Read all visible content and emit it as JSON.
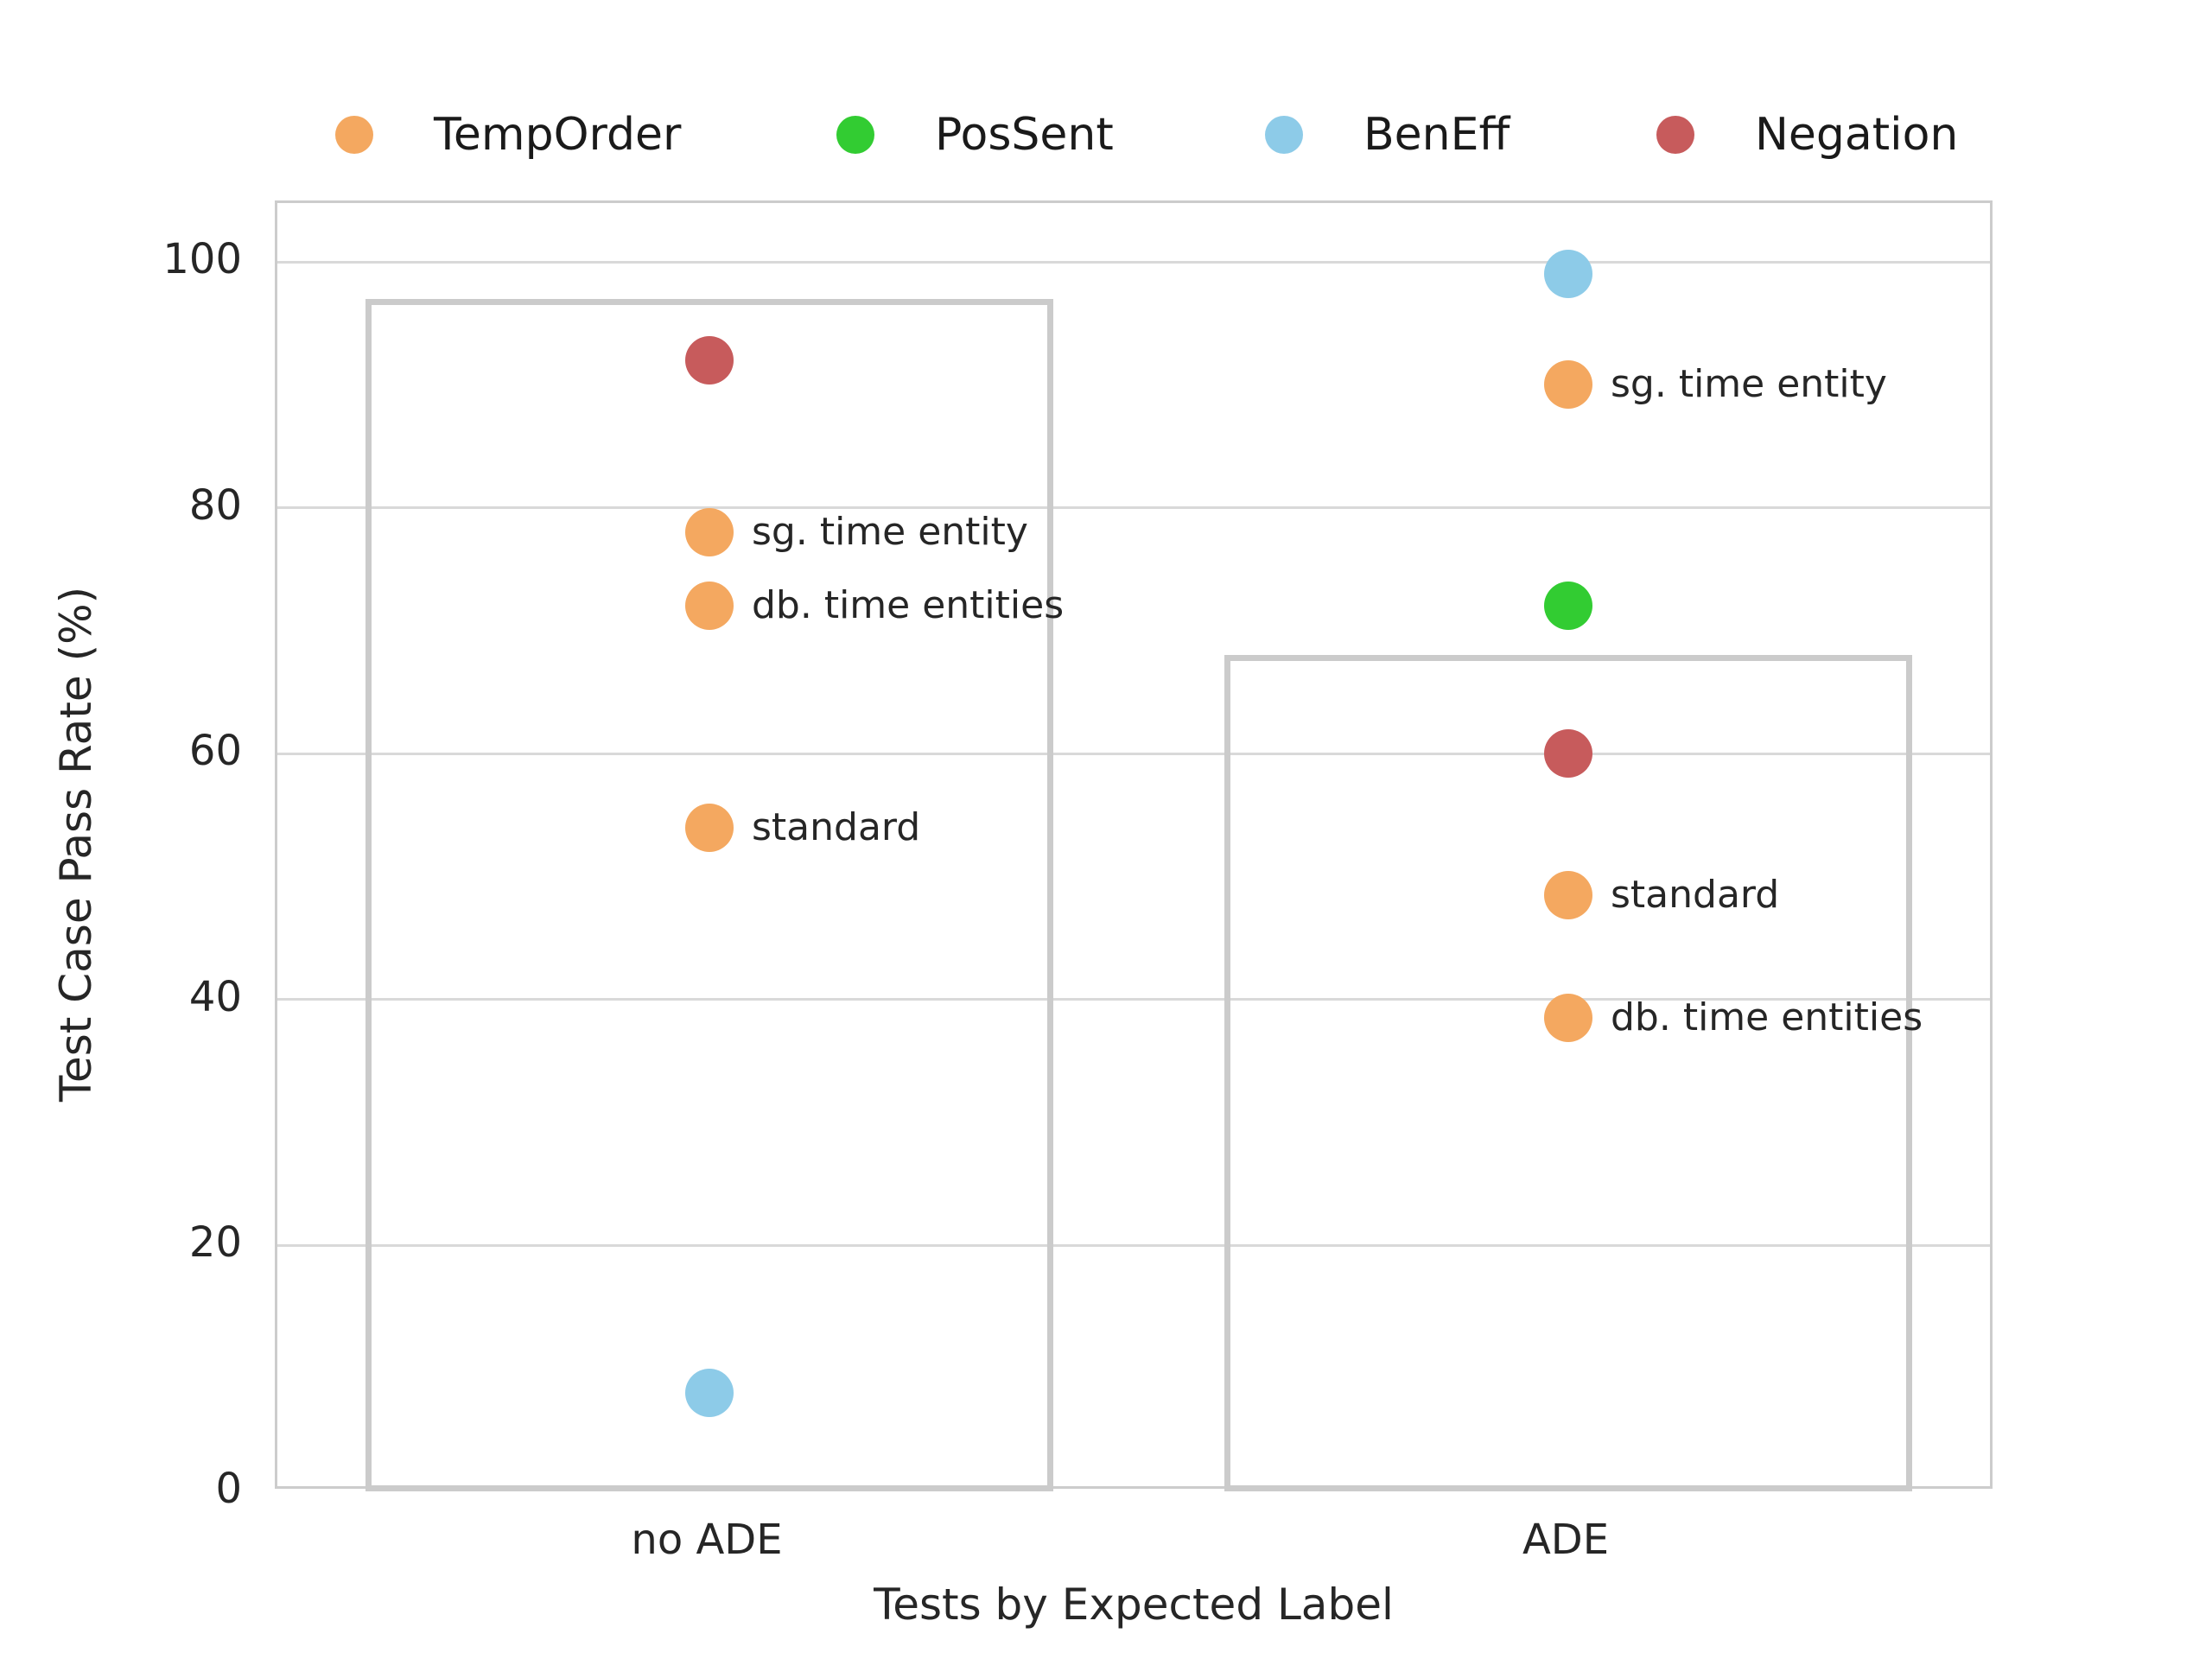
{
  "figure": {
    "background": "#ffffff",
    "text_color": "#262626",
    "grid_color": "#d9d9d9",
    "bar_outline_color": "#cbcbcb",
    "plot_border_color": "#cccccc"
  },
  "legend": {
    "items": [
      {
        "label": "TempOrder",
        "color": "#F4A860"
      },
      {
        "label": "PosSent",
        "color": "#32CC32"
      },
      {
        "label": "BenEff",
        "color": "#8DCBE8"
      },
      {
        "label": "Negation",
        "color": "#C75B5C"
      }
    ]
  },
  "axes": {
    "xlabel": "Tests by Expected Label",
    "ylabel": "Test Case Pass Rate (%)",
    "yticks": [
      0,
      20,
      40,
      60,
      80,
      100
    ],
    "xticks": [
      "no ADE",
      "ADE"
    ]
  },
  "chart_data": {
    "type": "scatter",
    "title": "",
    "xlabel": "Tests by Expected Label",
    "ylabel": "Test Case Pass Rate (%)",
    "categories": [
      "no ADE",
      "ADE"
    ],
    "ylim": [
      0,
      105
    ],
    "grid": true,
    "legend_position": "top",
    "series": [
      {
        "name": "TempOrder",
        "color": "#F4A860",
        "points": [
          {
            "category": "no ADE",
            "value": 78,
            "annotation": "sg. time entity"
          },
          {
            "category": "no ADE",
            "value": 72,
            "annotation": "db. time entities"
          },
          {
            "category": "no ADE",
            "value": 54,
            "annotation": "standard"
          },
          {
            "category": "ADE",
            "value": 90,
            "annotation": "sg. time entity"
          },
          {
            "category": "ADE",
            "value": 48.5,
            "annotation": "standard"
          },
          {
            "category": "ADE",
            "value": 38.5,
            "annotation": "db. time entities"
          }
        ]
      },
      {
        "name": "PosSent",
        "color": "#32CC32",
        "points": [
          {
            "category": "ADE",
            "value": 72
          }
        ]
      },
      {
        "name": "BenEff",
        "color": "#8DCBE8",
        "points": [
          {
            "category": "no ADE",
            "value": 8
          },
          {
            "category": "ADE",
            "value": 99
          }
        ]
      },
      {
        "name": "Negation",
        "color": "#C75B5C",
        "points": [
          {
            "category": "no ADE",
            "value": 92
          },
          {
            "category": "ADE",
            "value": 60
          }
        ]
      }
    ],
    "bar_outlines": [
      {
        "category": "no ADE",
        "top": 97
      },
      {
        "category": "ADE",
        "top": 68
      }
    ]
  }
}
